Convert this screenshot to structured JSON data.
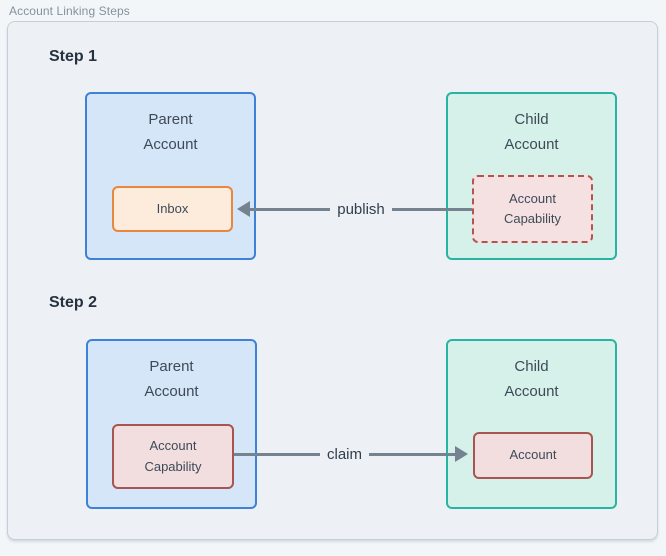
{
  "frame": {
    "title": "Account Linking Steps"
  },
  "colors": {
    "panel_bg": "#edf1f5",
    "panel_border": "#c4cfd9",
    "parent_fill": "#d5e6f8",
    "parent_border": "#3c82d6",
    "child_fill": "#d6f1e9",
    "child_border": "#28b4a2",
    "inbox_fill": "#fdebdc",
    "inbox_border": "#e8873d",
    "capability_fill": "#f5e1e1",
    "capability_border": "#b5534f",
    "arrow": "#75828f",
    "text_dark": "#3e4a58",
    "heading": "#26323f",
    "title_gray": "#8492a0"
  },
  "steps": [
    {
      "label": "Step 1",
      "parent_account": {
        "title": "Parent\nAccount",
        "inner": "Inbox"
      },
      "child_account": {
        "title": "Child\nAccount",
        "inner": "Account\nCapability",
        "inner_style": "dashed"
      },
      "arrow": {
        "label": "publish",
        "direction": "left"
      }
    },
    {
      "label": "Step 2",
      "parent_account": {
        "title": "Parent\nAccount",
        "inner": "Account\nCapability"
      },
      "child_account": {
        "title": "Child\nAccount",
        "inner": "Account"
      },
      "arrow": {
        "label": "claim",
        "direction": "right"
      }
    }
  ]
}
